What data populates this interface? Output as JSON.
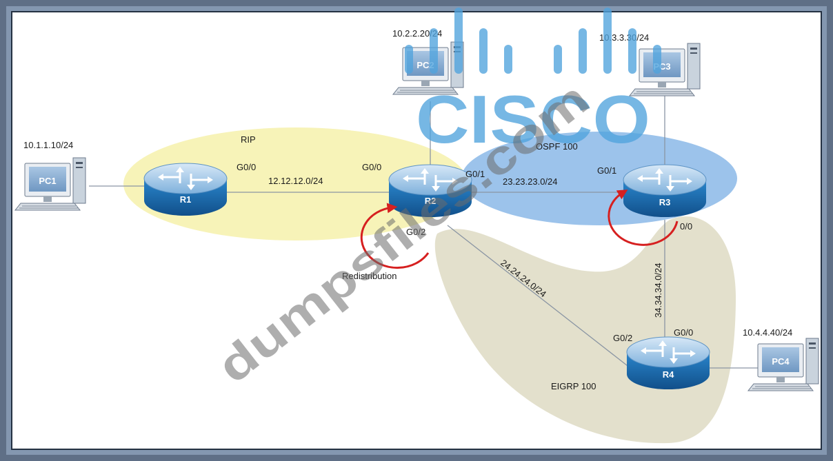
{
  "domains": {
    "rip": "RIP",
    "ospf": "OSPF 100",
    "eigrp": "EIGRP 100",
    "redistribution": "Redistribution"
  },
  "routers": {
    "r1": "R1",
    "r2": "R2",
    "r3": "R3",
    "r4": "R4"
  },
  "pcs": {
    "pc1": {
      "name": "PC1",
      "ip": "10.1.1.10/24"
    },
    "pc2": {
      "name": "PC2",
      "ip": "10.2.2.20/24"
    },
    "pc3": {
      "name": "PC3",
      "ip": "10.3.3.30/24"
    },
    "pc4": {
      "name": "PC4",
      "ip": "10.4.4.40/24"
    }
  },
  "links": {
    "r1_r2": "12.12.12.0/24",
    "r2_r3": "23.23.23.0/24",
    "r2_r4": "24.24.24.0/24",
    "r3_r4": "34.34.34.0/24"
  },
  "interfaces": {
    "r1_g00": "G0/0",
    "r2_g00": "G0/0",
    "r2_g01": "G0/1",
    "r2_g02": "G0/2",
    "r3_g01": "G0/1",
    "r3_g00": "0/0",
    "r4_g02": "G0/2",
    "r4_g00": "G0/0"
  },
  "watermarks": {
    "cisco": "CISCO",
    "dumpsfiles": "dumpsfiles.com"
  },
  "colors": {
    "rip_zone": "#f7f3b8",
    "ospf_zone": "#9cc3eb",
    "eigrp_zone": "#e3e0cc",
    "router_blue": "#1f6fb2",
    "redistribution_arrow": "#d62020"
  }
}
